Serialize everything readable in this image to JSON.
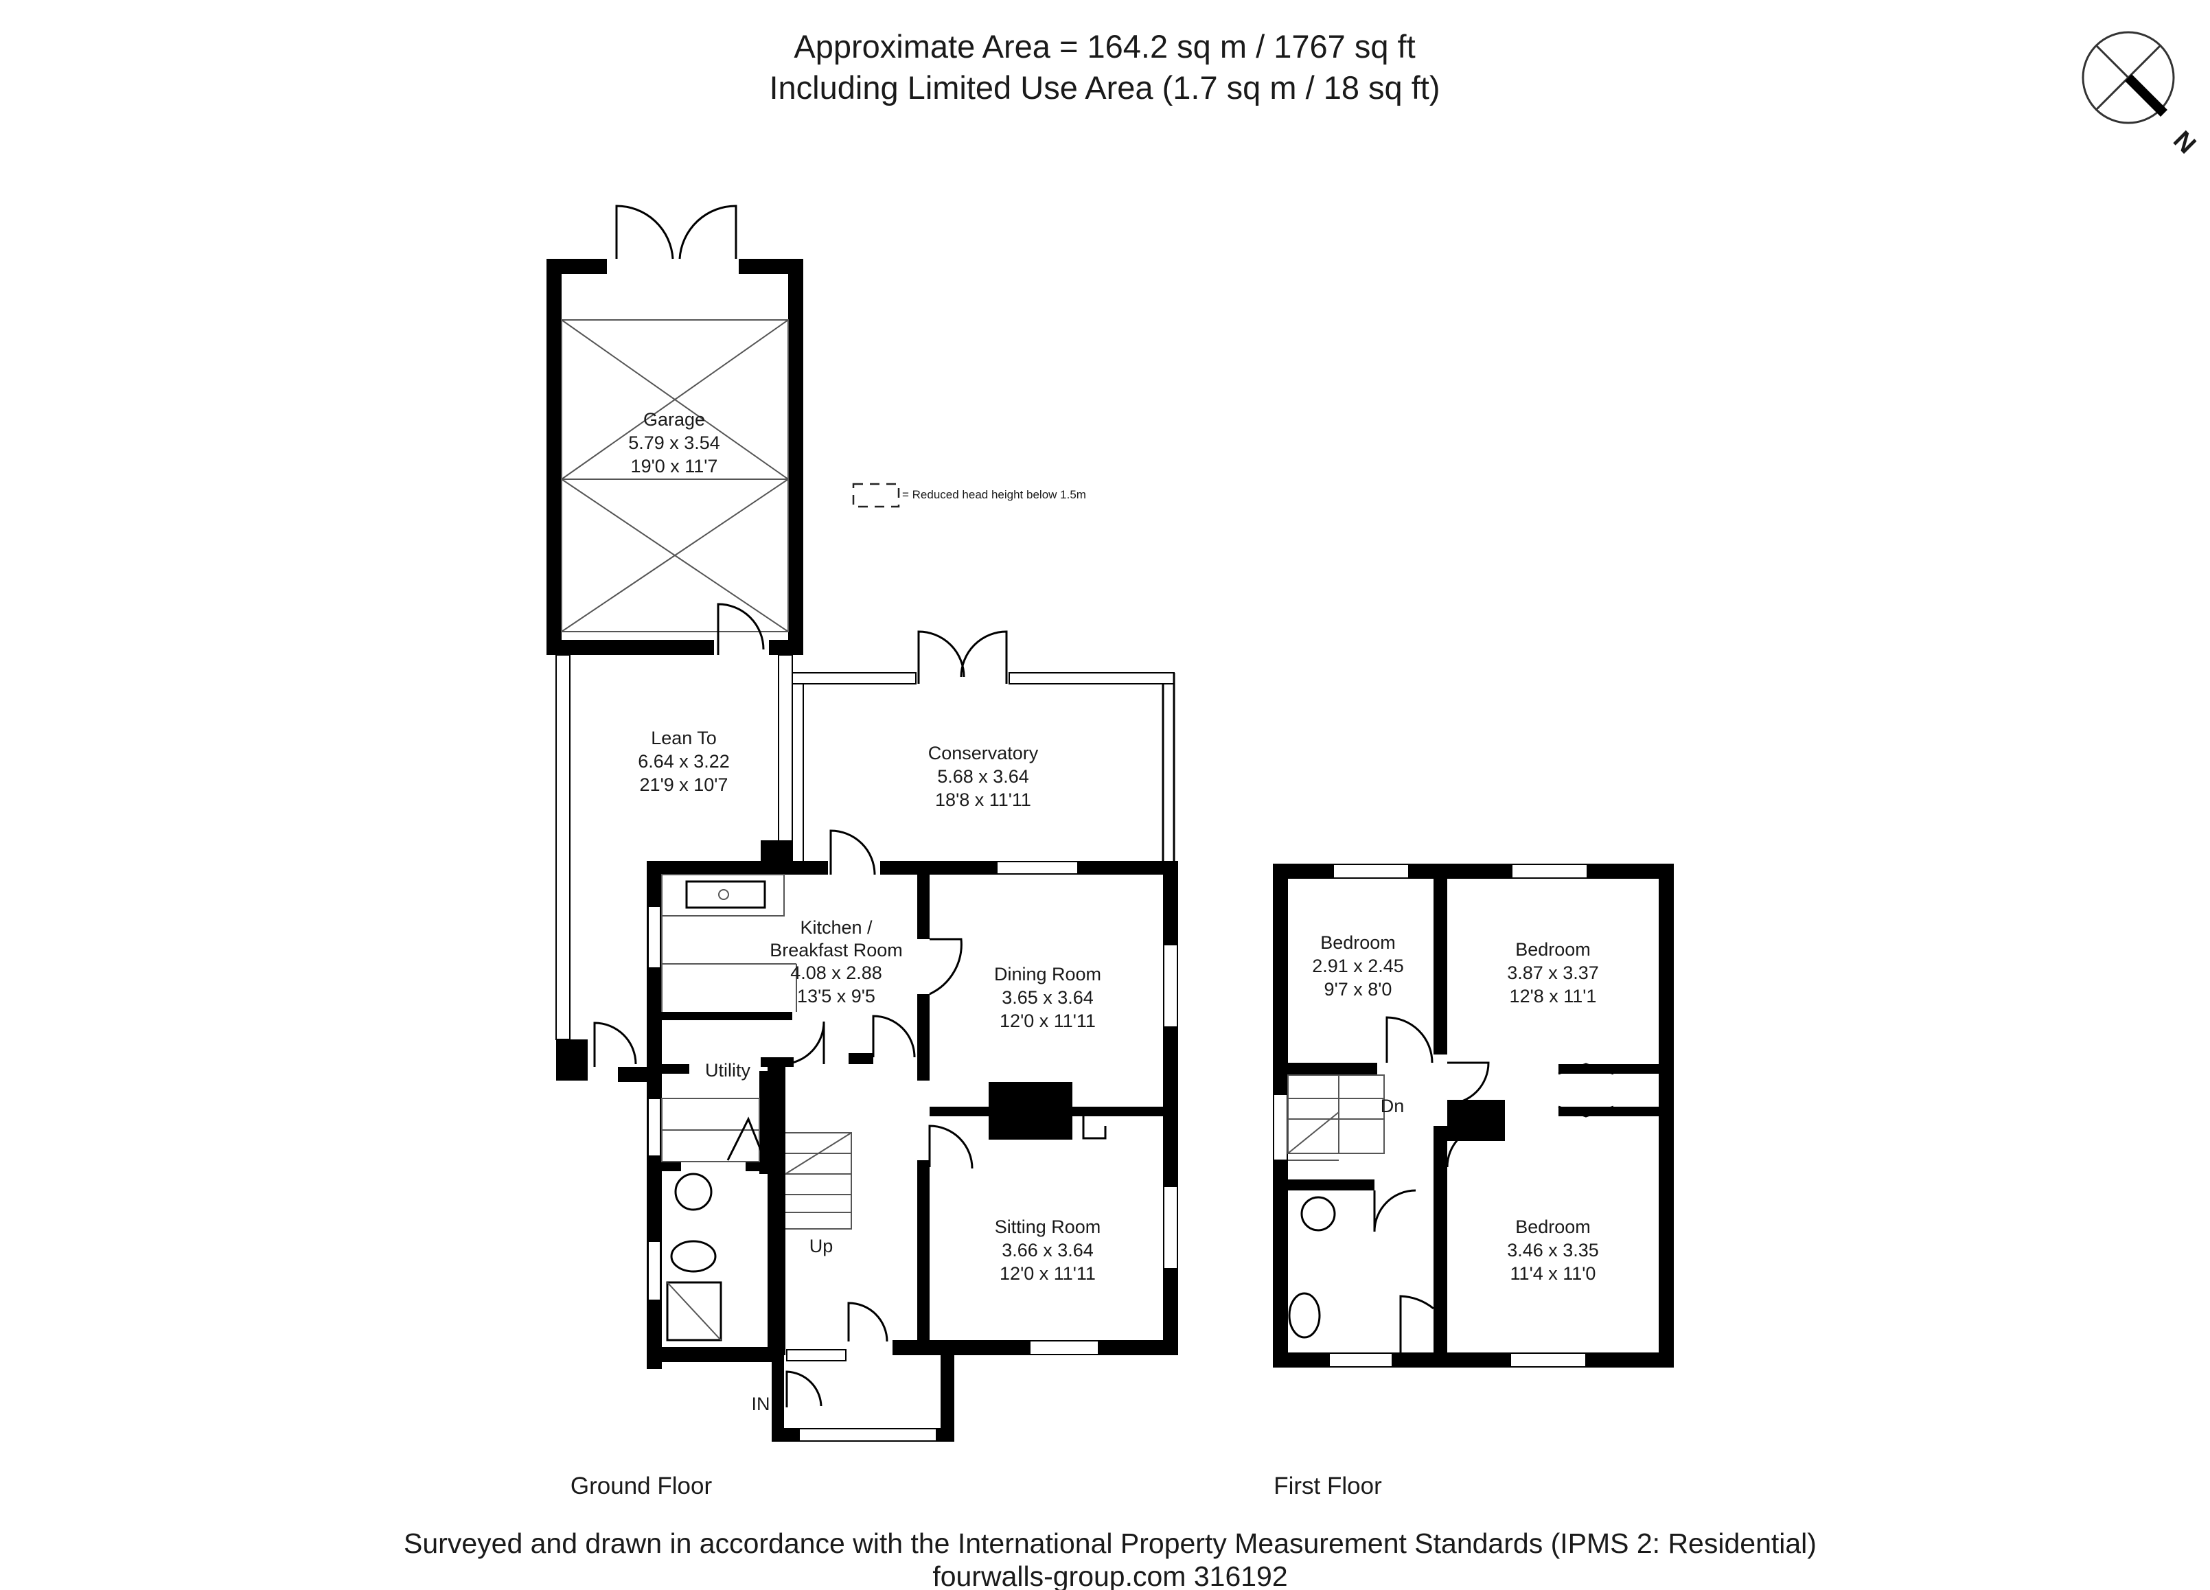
{
  "header": {
    "line1": "Approximate  Area = 164.2 sq m / 1767 sq ft",
    "line2": "Including Limited Use Area (1.7 sq m / 18 sq ft)"
  },
  "compass": {
    "label": "N"
  },
  "legend": {
    "text": "= Reduced head height below 1.5m"
  },
  "floors": {
    "ground": "Ground Floor",
    "first": "First Floor"
  },
  "labels": {
    "up": "Up",
    "down": "Dn",
    "entrance": "IN"
  },
  "rooms": {
    "garage": {
      "name": "Garage",
      "m": "5.79 x 3.54",
      "ft": "19'0 x 11'7"
    },
    "lean_to": {
      "name": "Lean To",
      "m": "6.64 x 3.22",
      "ft": "21'9 x 10'7"
    },
    "conservatory": {
      "name": "Conservatory",
      "m": "5.68 x 3.64",
      "ft": "18'8 x 11'11"
    },
    "kitchen": {
      "name1": "Kitchen /",
      "name2": "Breakfast Room",
      "m": "4.08 x 2.88",
      "ft": "13'5 x 9'5"
    },
    "dining": {
      "name": "Dining Room",
      "m": "3.65 x 3.64",
      "ft": "12'0 x 11'11"
    },
    "sitting": {
      "name": "Sitting Room",
      "m": "3.66 x 3.64",
      "ft": "12'0 x 11'11"
    },
    "utility": {
      "name": "Utility"
    },
    "bedroom_small": {
      "name": "Bedroom",
      "m": "2.91 x 2.45",
      "ft": "9'7 x 8'0"
    },
    "bedroom_right": {
      "name": "Bedroom",
      "m": "3.87 x 3.37",
      "ft": "12'8 x 11'1"
    },
    "bedroom_lower": {
      "name": "Bedroom",
      "m": "3.46 x 3.35",
      "ft": "11'4 x 11'0"
    }
  },
  "footer": {
    "line1": "Surveyed and drawn in accordance with the International Property Measurement Standards (IPMS 2: Residential)",
    "line2": "fourwalls-group.com 316192"
  }
}
